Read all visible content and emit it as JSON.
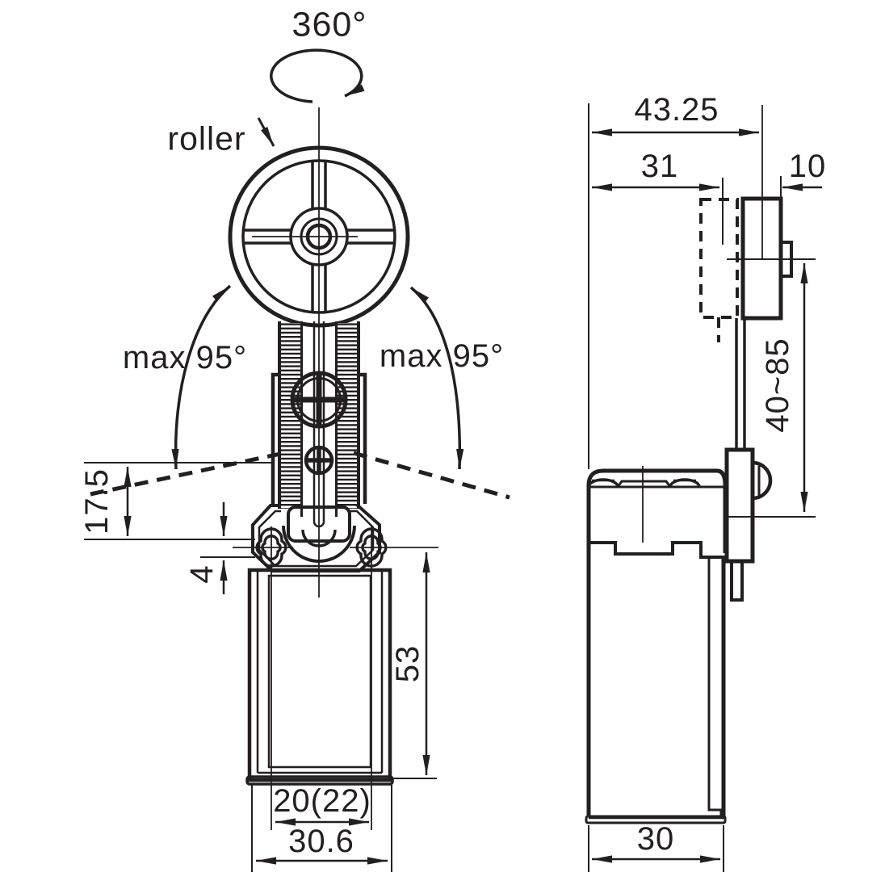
{
  "colors": {
    "line": "#231f20",
    "background": "#ffffff"
  },
  "front_view": {
    "rotation": "360°",
    "roller_label": "roller",
    "max_angle_left": "max 95°",
    "max_angle_right": "max 95°",
    "dims": {
      "lever_pivot_height": "17.5",
      "mount_slot_width": "4",
      "body_height": "53",
      "mount_hole_spacing": "20(22)",
      "body_width": "30.6"
    }
  },
  "side_view": {
    "dims": {
      "overall_depth": "43.25",
      "lever_plane_offset": "31",
      "roller_thickness": "10",
      "lever_adjust_range": "40~85",
      "body_depth": "30"
    }
  }
}
